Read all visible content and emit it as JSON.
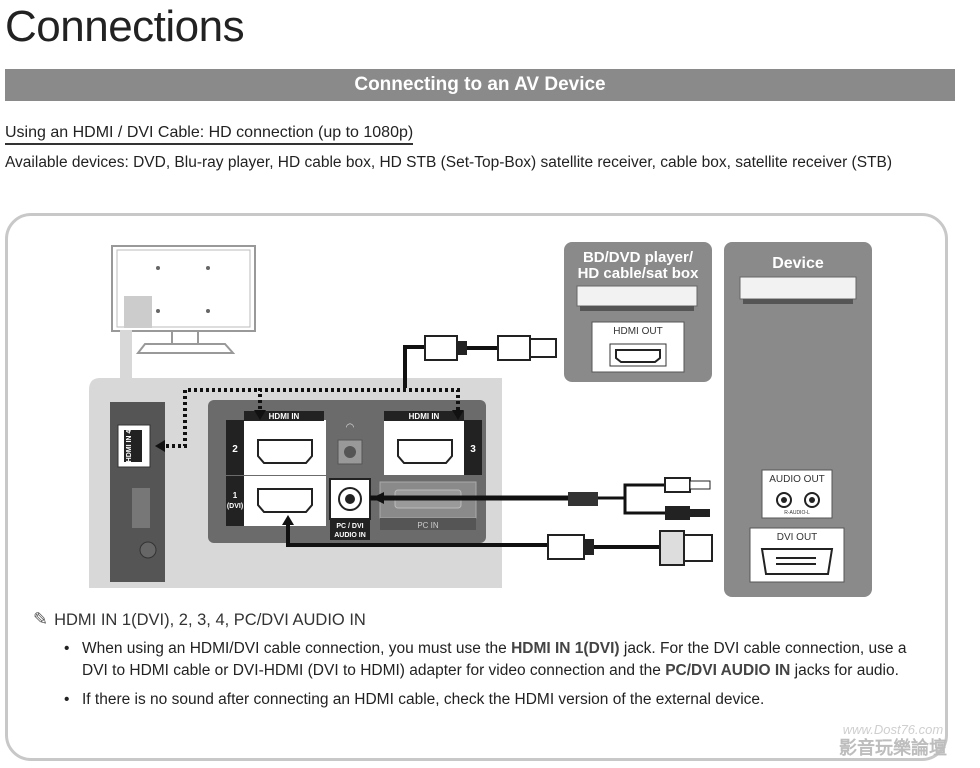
{
  "page": {
    "title": "Connections",
    "section": "Connecting to an AV Device",
    "subheading": "Using an HDMI / DVI Cable: HD connection (up to 1080p)",
    "devices_text": "Available devices: DVD, Blu-ray player, HD cable box, HD STB (Set-Top-Box) satellite receiver, cable box, satellite receiver (STB)"
  },
  "diagram": {
    "bd_label_1": "BD/DVD player/",
    "bd_label_2": "HD cable/sat box",
    "device_label": "Device",
    "hdmi_out": "HDMI OUT",
    "audio_out": "AUDIO OUT",
    "r_audio_l": "R-AUDIO-L",
    "dvi_out": "DVI OUT",
    "hdmi_in": "HDMI IN",
    "port_2": "2",
    "port_1": "1",
    "port_1_dvi": "(DVI)",
    "port_3": "3",
    "side_hdmi": "HDMI IN 4",
    "pc_dvi_1": "PC / DVI",
    "pc_dvi_2": "AUDIO IN",
    "pc_in": "PC IN"
  },
  "note": {
    "heading_pre": "HDMI IN 1(DVI), 2, 3, 4, PC/DVI AUDIO IN",
    "b1_a": "When using an HDMI/DVI cable connection, you must use the ",
    "b1_b": "HDMI IN 1(DVI)",
    "b1_c": " jack. For the DVI cable connection, use a DVI to HDMI cable or DVI-HDMI (DVI to HDMI) adapter for video connection and the ",
    "b1_d": "PC/DVI AUDIO IN",
    "b1_e": " jacks for audio.",
    "b2": "If there is no sound after connecting an HDMI cable, check the HDMI version of the external device."
  },
  "watermark": {
    "line1": "www.Dost76.com",
    "line2": "影音玩樂論壇"
  }
}
